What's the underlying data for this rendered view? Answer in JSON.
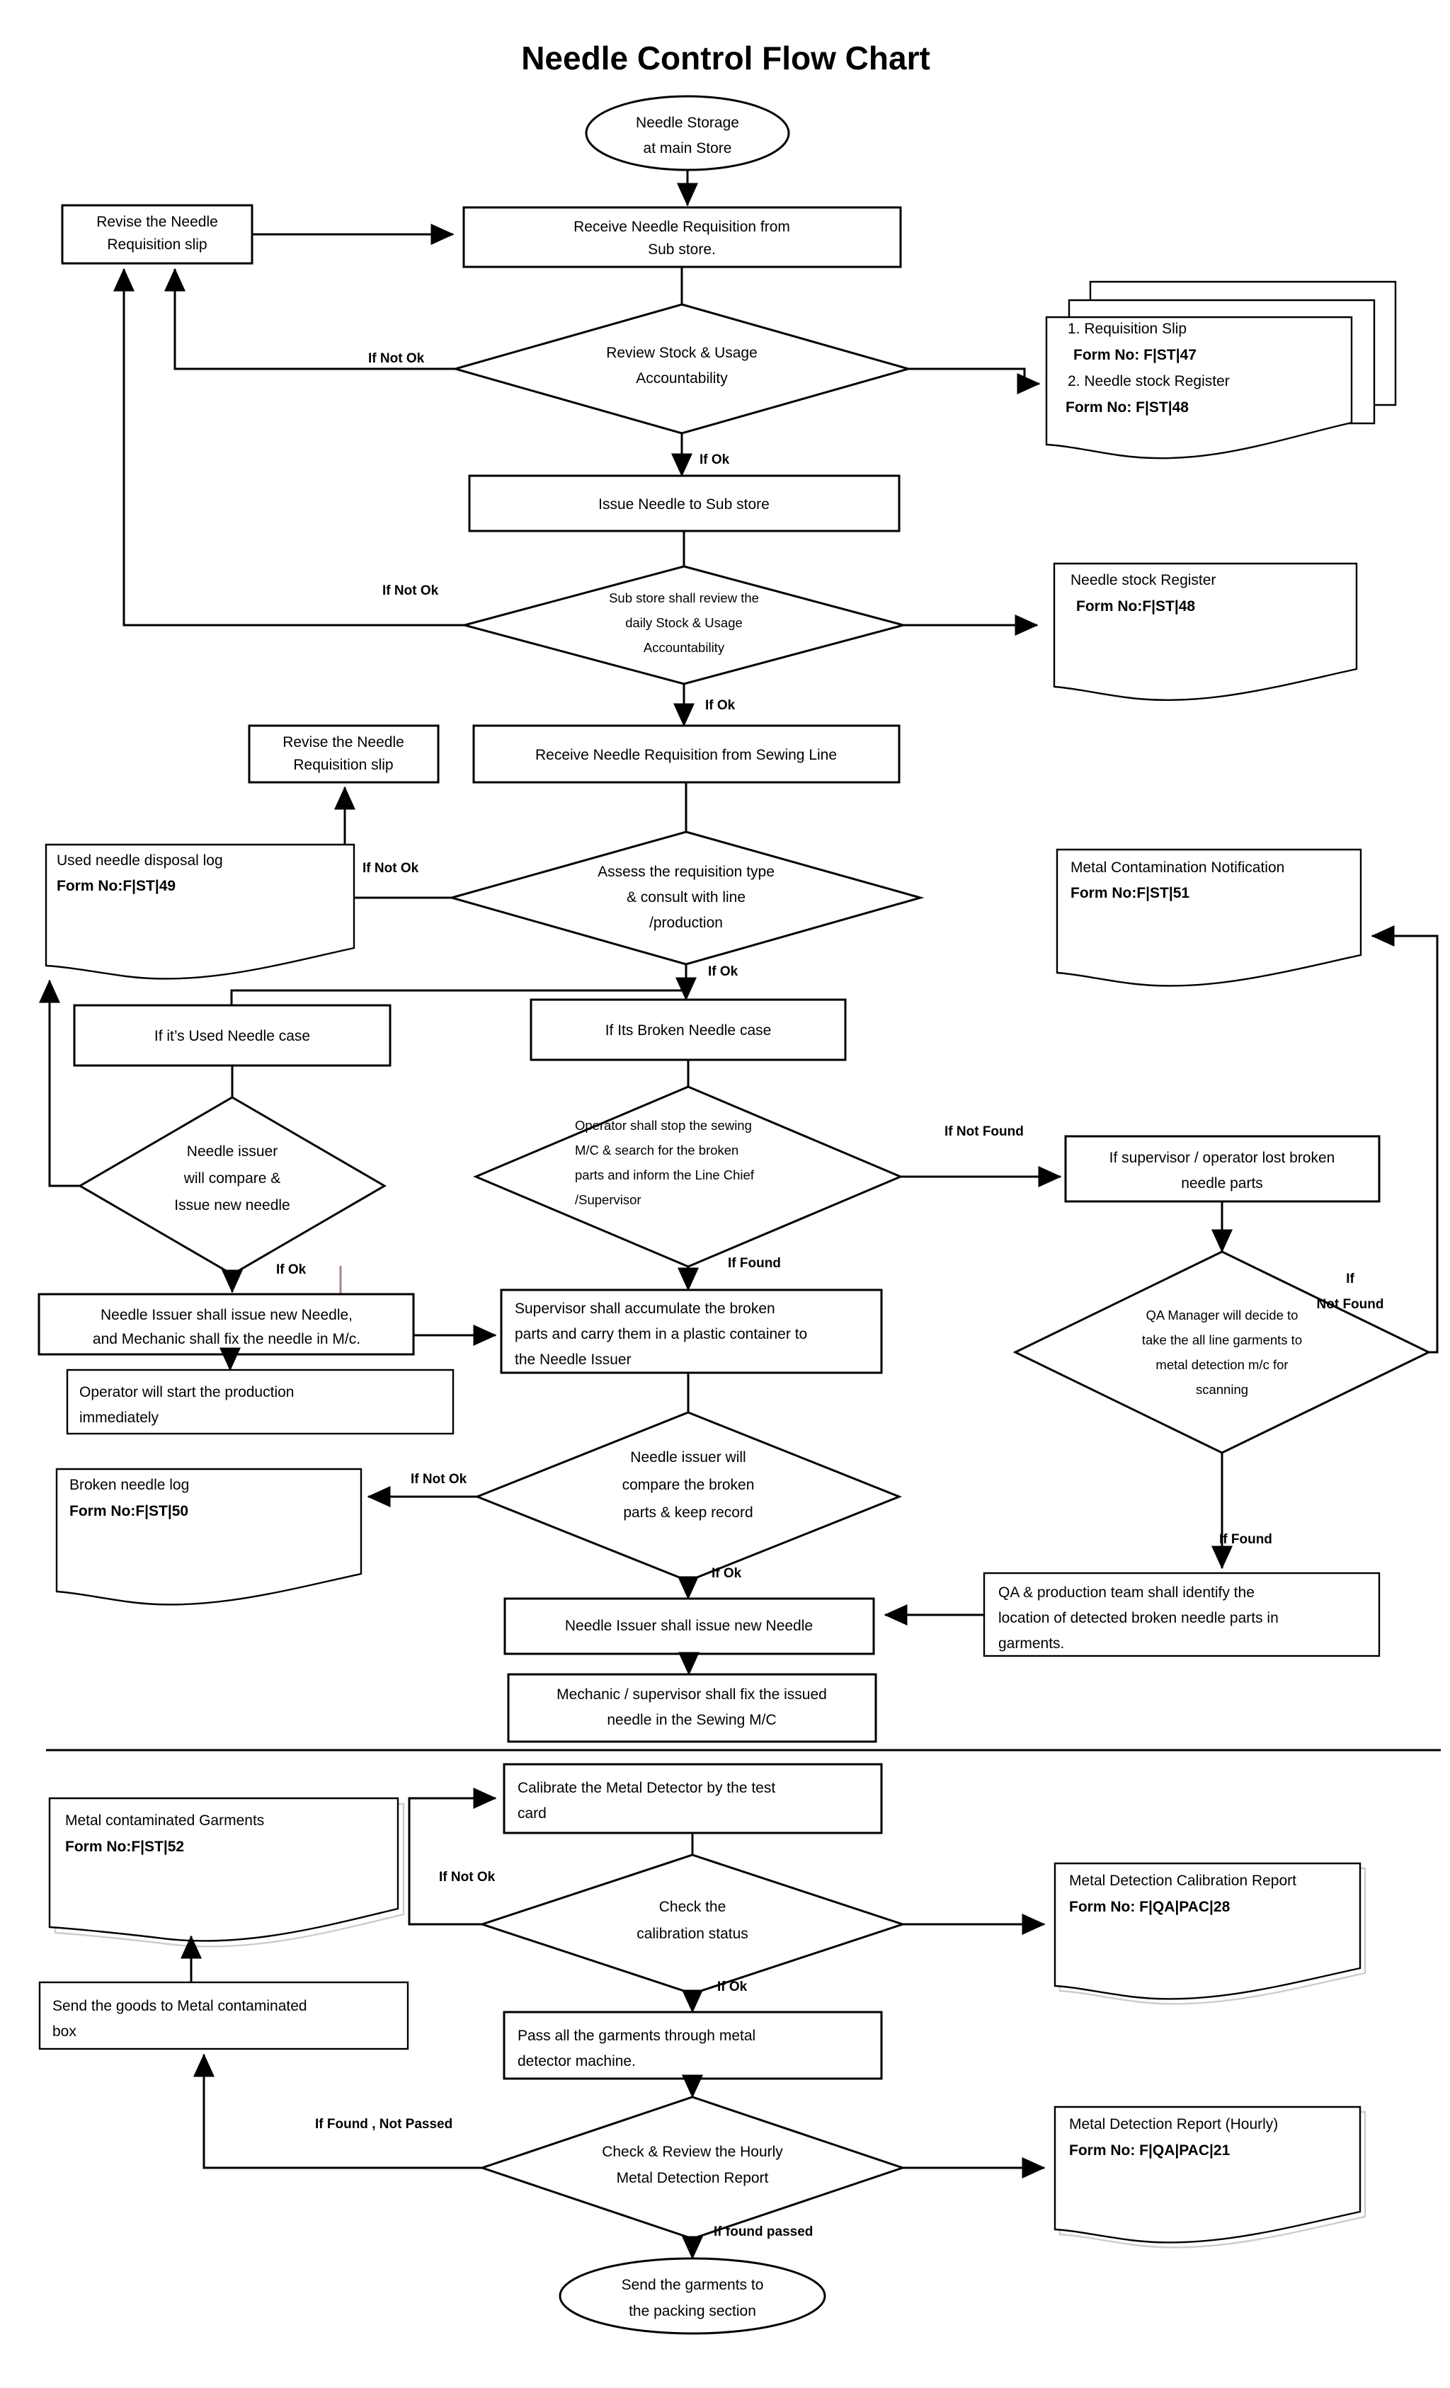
{
  "title": "Needle Control Flow Chart",
  "chart_data": {
    "type": "diagram",
    "diagram_kind": "flowchart",
    "title": "Needle Control Flow Chart",
    "sections": [
      "needle issue & requisition",
      "broken / used needle handling",
      "metal detection"
    ],
    "nodes": [
      {
        "id": "start",
        "shape": "terminator",
        "lines": [
          "Needle Storage",
          "at main Store"
        ]
      },
      {
        "id": "revise1",
        "shape": "process",
        "lines": [
          "Revise the Needle",
          "Requisition slip"
        ]
      },
      {
        "id": "recv_sub",
        "shape": "process",
        "lines": [
          "Receive Needle Requisition from",
          "Sub store."
        ]
      },
      {
        "id": "review_stock",
        "shape": "decision",
        "lines": [
          "Review Stock & Usage",
          "Accountability"
        ]
      },
      {
        "id": "docs_top",
        "shape": "multidocument",
        "lines": [
          "1. Requisition Slip",
          "Form No: F|ST|47",
          "2. Needle stock Register",
          "Form No:  F|ST|48"
        ]
      },
      {
        "id": "issue_sub",
        "shape": "process",
        "lines": [
          "Issue Needle to Sub store"
        ]
      },
      {
        "id": "substore_review",
        "shape": "decision",
        "lines": [
          "Sub store shall review the",
          "daily Stock & Usage",
          "Accountability"
        ]
      },
      {
        "id": "doc_stock48",
        "shape": "document",
        "lines": [
          "Needle stock Register",
          "Form No:F|ST|48"
        ]
      },
      {
        "id": "revise2",
        "shape": "process",
        "lines": [
          "Revise the Needle",
          "Requisition slip"
        ]
      },
      {
        "id": "recv_sewing",
        "shape": "process",
        "lines": [
          "Receive Needle Requisition from Sewing Line"
        ]
      },
      {
        "id": "assess",
        "shape": "decision",
        "lines": [
          "Assess the requisition type",
          "& consult with line",
          "/production"
        ]
      },
      {
        "id": "doc_disposal49",
        "shape": "document",
        "lines": [
          "Used needle disposal log",
          "Form No:F|ST|49"
        ]
      },
      {
        "id": "doc_contam51",
        "shape": "document",
        "lines": [
          "Metal Contamination Notification",
          "Form No:F|ST|51"
        ]
      },
      {
        "id": "used_case",
        "shape": "process",
        "lines": [
          "If it’s Used Needle case"
        ]
      },
      {
        "id": "broken_case",
        "shape": "process",
        "lines": [
          "If Its Broken Needle case"
        ]
      },
      {
        "id": "issuer_compare",
        "shape": "decision",
        "lines": [
          "Needle issuer",
          "will compare &",
          "Issue new needle"
        ]
      },
      {
        "id": "operator_stop",
        "shape": "decision",
        "lines": [
          "Operator shall  stop the sewing",
          "M/C  & search for the broken",
          "parts and inform the Line Chief",
          "/Supervisor"
        ]
      },
      {
        "id": "lost_parts",
        "shape": "process",
        "lines": [
          "If supervisor / operator lost broken",
          "needle parts"
        ]
      },
      {
        "id": "issuer_fix",
        "shape": "process",
        "lines": [
          "Needle Issuer shall issue new Needle,",
          "and Mechanic shall fix the needle in  M/c."
        ]
      },
      {
        "id": "supervisor_accum",
        "shape": "process",
        "lines": [
          "Supervisor shall accumulate the broken",
          "parts and carry them in a plastic container to",
          "the Needle Issuer"
        ]
      },
      {
        "id": "qa_decide",
        "shape": "decision",
        "lines": [
          "QA Manager will decide to",
          "take the all line garments to",
          "metal detection m/c for",
          "scanning"
        ]
      },
      {
        "id": "operator_start",
        "shape": "process",
        "lines": [
          "Operator will start the production",
          "immediately"
        ]
      },
      {
        "id": "compare_broken",
        "shape": "decision",
        "lines": [
          "Needle issuer will",
          "compare the broken",
          "parts   & keep record"
        ]
      },
      {
        "id": "doc_broken50",
        "shape": "document",
        "lines": [
          "Broken needle log",
          "Form No:F|ST|50"
        ]
      },
      {
        "id": "issue_new",
        "shape": "process",
        "lines": [
          "Needle Issuer shall issue new Needle"
        ]
      },
      {
        "id": "qa_identify",
        "shape": "process",
        "lines": [
          "QA & production team shall identify the",
          "location of detected broken needle parts in",
          "garments."
        ]
      },
      {
        "id": "mech_fix",
        "shape": "process",
        "lines": [
          "Mechanic / supervisor shall fix the issued",
          "needle in the Sewing M/C"
        ]
      },
      {
        "id": "doc_contam52",
        "shape": "document",
        "lines": [
          "Metal contaminated Garments",
          "Form No:F|ST|52"
        ]
      },
      {
        "id": "calibrate",
        "shape": "process",
        "lines": [
          "Calibrate the Metal Detector by the test",
          "card"
        ]
      },
      {
        "id": "check_cal",
        "shape": "decision",
        "lines": [
          "Check the",
          "calibration status"
        ]
      },
      {
        "id": "doc_cal28",
        "shape": "document",
        "lines": [
          "Metal Detection Calibration Report",
          "Form No: F|QA|PAC|28"
        ]
      },
      {
        "id": "send_goods",
        "shape": "process",
        "lines": [
          "Send the goods to Metal contaminated",
          "box"
        ]
      },
      {
        "id": "pass_garments",
        "shape": "process",
        "lines": [
          "Pass all the garments through metal",
          "detector machine."
        ]
      },
      {
        "id": "check_hourly",
        "shape": "decision",
        "lines": [
          "Check & Review the Hourly",
          "Metal Detection Report"
        ]
      },
      {
        "id": "doc_hourly21",
        "shape": "document",
        "lines": [
          "Metal Detection Report (Hourly)",
          "Form No: F|QA|PAC|21"
        ]
      },
      {
        "id": "end",
        "shape": "terminator",
        "lines": [
          "Send the garments to",
          "the packing section"
        ]
      }
    ],
    "edge_labels": [
      "If Not Ok",
      "If Ok",
      "If Not Ok",
      "If Ok",
      "If Not Ok",
      "If Ok",
      "If Ok",
      "If Not Found",
      "If Found",
      "If Ok",
      "If Not Ok",
      "If Ok",
      "If Not Found",
      "If Found",
      "If Not Ok",
      "If Ok",
      "If Found , Not Passed",
      "If found passed"
    ]
  },
  "nodes": {
    "start": {
      "l1": "Needle Storage",
      "l2": "at main Store"
    },
    "revise1": {
      "l1": "Revise the Needle",
      "l2": "Requisition slip"
    },
    "recv_sub": {
      "l1": "Receive Needle Requisition from",
      "l2": "Sub store."
    },
    "review_stock": {
      "l1": "Review Stock & Usage",
      "l2": "Accountability"
    },
    "docs_top": {
      "l1": "1. Requisition Slip",
      "l2": "Form No: F|ST|47",
      "l3": "2. Needle stock Register",
      "l4": "Form No:  F|ST|48"
    },
    "issue_sub": {
      "l1": "Issue Needle to Sub store"
    },
    "substore_review": {
      "l1": "Sub store shall review the",
      "l2": "daily Stock & Usage",
      "l3": "Accountability"
    },
    "doc_stock48": {
      "l1": "Needle stock Register",
      "l2": "Form No:F|ST|48"
    },
    "revise2": {
      "l1": "Revise the Needle",
      "l2": "Requisition slip"
    },
    "recv_sewing": {
      "l1": "Receive Needle Requisition from Sewing Line"
    },
    "assess": {
      "l1": "Assess the requisition type",
      "l2": "& consult with line",
      "l3": "/production"
    },
    "doc_disposal49": {
      "l1": "Used needle disposal log",
      "l2": "Form No:F|ST|49"
    },
    "doc_contam51": {
      "l1": "Metal Contamination Notification",
      "l2": "Form No:F|ST|51"
    },
    "used_case": {
      "l1": "If it’s Used Needle case"
    },
    "broken_case": {
      "l1": "If Its Broken Needle case"
    },
    "issuer_compare": {
      "l1": "Needle issuer",
      "l2": "will compare &",
      "l3": "Issue new needle"
    },
    "operator_stop": {
      "l1": "Operator shall  stop the sewing",
      "l2": "M/C  & search for  the  broken",
      "l3": "parts and inform the Line Chief",
      "l4": "/Supervisor"
    },
    "lost_parts": {
      "l1": "If supervisor / operator lost broken",
      "l2": "needle parts"
    },
    "issuer_fix": {
      "l1": "Needle Issuer shall issue new Needle,",
      "l2": "and Mechanic shall fix the needle in  M/c."
    },
    "supervisor_accum": {
      "l1": "Supervisor shall accumulate the broken",
      "l2": "parts and carry them in a plastic container to",
      "l3": "the Needle Issuer"
    },
    "qa_decide": {
      "l1": "QA Manager will decide to",
      "l2": "take the all line garments to",
      "l3": "metal detection m/c for",
      "l4": "scanning"
    },
    "operator_start": {
      "l1": "Operator will start the production",
      "l2": "immediately"
    },
    "compare_broken": {
      "l1": "Needle issuer will",
      "l2": "compare the broken",
      "l3": "parts   & keep record"
    },
    "doc_broken50": {
      "l1": "Broken needle log",
      "l2": "Form No:F|ST|50"
    },
    "issue_new": {
      "l1": "Needle Issuer shall issue new Needle"
    },
    "qa_identify": {
      "l1": "QA & production team shall identify the",
      "l2": "location of detected broken needle parts in",
      "l3": "garments."
    },
    "mech_fix": {
      "l1": "Mechanic / supervisor shall fix the issued",
      "l2": "needle in the Sewing M/C"
    },
    "doc_contam52": {
      "l1": "Metal contaminated Garments",
      "l2": "Form No:F|ST|52"
    },
    "calibrate": {
      "l1": "Calibrate the Metal Detector by the test",
      "l2": "card"
    },
    "check_cal": {
      "l1": "Check the",
      "l2": "calibration status"
    },
    "doc_cal28": {
      "l1": "Metal Detection Calibration Report",
      "l2": "Form No: F|QA|PAC|28"
    },
    "send_goods": {
      "l1": "Send the goods to Metal contaminated",
      "l2": "box"
    },
    "pass_garments": {
      "l1": "Pass all the garments through metal",
      "l2": "detector machine."
    },
    "check_hourly": {
      "l1": "Check & Review the Hourly",
      "l2": "Metal Detection Report"
    },
    "doc_hourly21": {
      "l1": "Metal Detection Report (Hourly)",
      "l2": "Form No: F|QA|PAC|21"
    },
    "end": {
      "l1": "Send the garments to",
      "l2": "the packing section"
    }
  },
  "labels": {
    "not_ok_1": "If Not Ok",
    "ok_1": "If Ok",
    "not_ok_2": "If Not Ok",
    "ok_2": "If Ok",
    "not_ok_3": "If Not Ok",
    "ok_3": "If Ok",
    "ok_4": "If Ok",
    "not_found_1": "If Not Found",
    "found_1": "If Found",
    "not_found_2a": "If",
    "not_found_2b": "Not Found",
    "found_2": "If Found",
    "ok_5": "If Ok",
    "not_ok_4": "If Not Ok",
    "ok_6": "If Ok",
    "not_ok_5": "If Not Ok",
    "ok_7": "If Ok",
    "found_not_passed": "If Found , Not Passed",
    "found_passed": "If found passed"
  }
}
